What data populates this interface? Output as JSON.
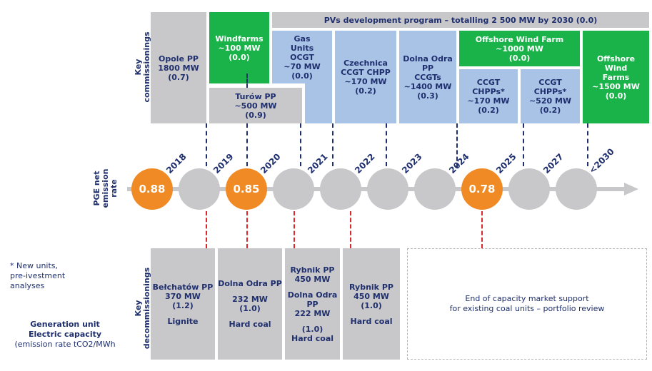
{
  "labels": {
    "commissionings": [
      "Key",
      "commissionings"
    ],
    "emission_rate": [
      "PGE net",
      "emission",
      "rate"
    ],
    "decommissionings": [
      "Key",
      "decommissionings"
    ]
  },
  "commissionings": {
    "opole": [
      "Opole PP",
      "1800 MW",
      "(0.7)"
    ],
    "windfarms": [
      "Windfarms",
      "~100 MW",
      "(0.0)"
    ],
    "turow": [
      "Turów PP",
      "~500 MW",
      "(0.9)"
    ],
    "pv": "PVs development program – totalling 2 500 MW by 2030 (0.0)",
    "gas": [
      "Gas",
      "Units",
      "OCGT",
      "~70 MW",
      "(0.0)"
    ],
    "czechnica": [
      "Czechnica",
      "CCGT CHPP",
      "~170 MW",
      "(0.2)"
    ],
    "dolna_odra": [
      "Dolna Odra",
      "PP",
      "CCGTs",
      "~1400 MW",
      "(0.3)"
    ],
    "offshore_top": [
      "Offshore Wind Farm",
      "~1000 MW",
      "(0.0)"
    ],
    "ccgt_170": [
      "CCGT",
      "CHPPs*",
      "~170 MW",
      "(0.2)"
    ],
    "ccgt_520": [
      "CCGT",
      "CHPPs*",
      "~520 MW",
      "(0.2)"
    ],
    "offshore_right": [
      "Offshore",
      "Wind",
      "Farms",
      "~1500 MW",
      "(0.0)"
    ]
  },
  "timeline": {
    "years": [
      "2018",
      "2019",
      "2020",
      "2021",
      "2022",
      "2023",
      "2024",
      "2025",
      "2027",
      "<2030"
    ],
    "rates": [
      "0.88",
      "",
      "0.85",
      "",
      "",
      "",
      "",
      "0.78",
      "",
      ""
    ]
  },
  "decommissionings": {
    "belchatow": [
      "Bełchatów PP",
      "370 MW",
      "(1.2)",
      "",
      "Lignite"
    ],
    "dolna_odra": [
      "Dolna Odra PP",
      "",
      "232 MW",
      "(1.0)",
      "",
      "Hard coal"
    ],
    "rybnik_dolna": [
      "Rybnik PP",
      "450 MW",
      "",
      "Dolna Odra",
      "PP",
      "222 MW",
      "",
      "(1.0)",
      "Hard coal"
    ],
    "rybnik": [
      "Rybnik PP",
      "450 MW",
      "(1.0)",
      "",
      "Hard coal"
    ],
    "end_support": [
      "End of capacity market support",
      "for existing coal units – portfolio review"
    ]
  },
  "notes": {
    "new_units": [
      "* New units,",
      "pre-ivestment",
      "analyses"
    ],
    "legend": [
      "Generation unit",
      "Electric capacity",
      "(emission rate tCO2/MWh"
    ]
  },
  "colors": {
    "navy": "#1f2f6e",
    "gray": "#c8c8ca",
    "blue": "#a9c3e6",
    "green": "#19b34a",
    "orange": "#f08a24",
    "red": "#d9292f"
  }
}
